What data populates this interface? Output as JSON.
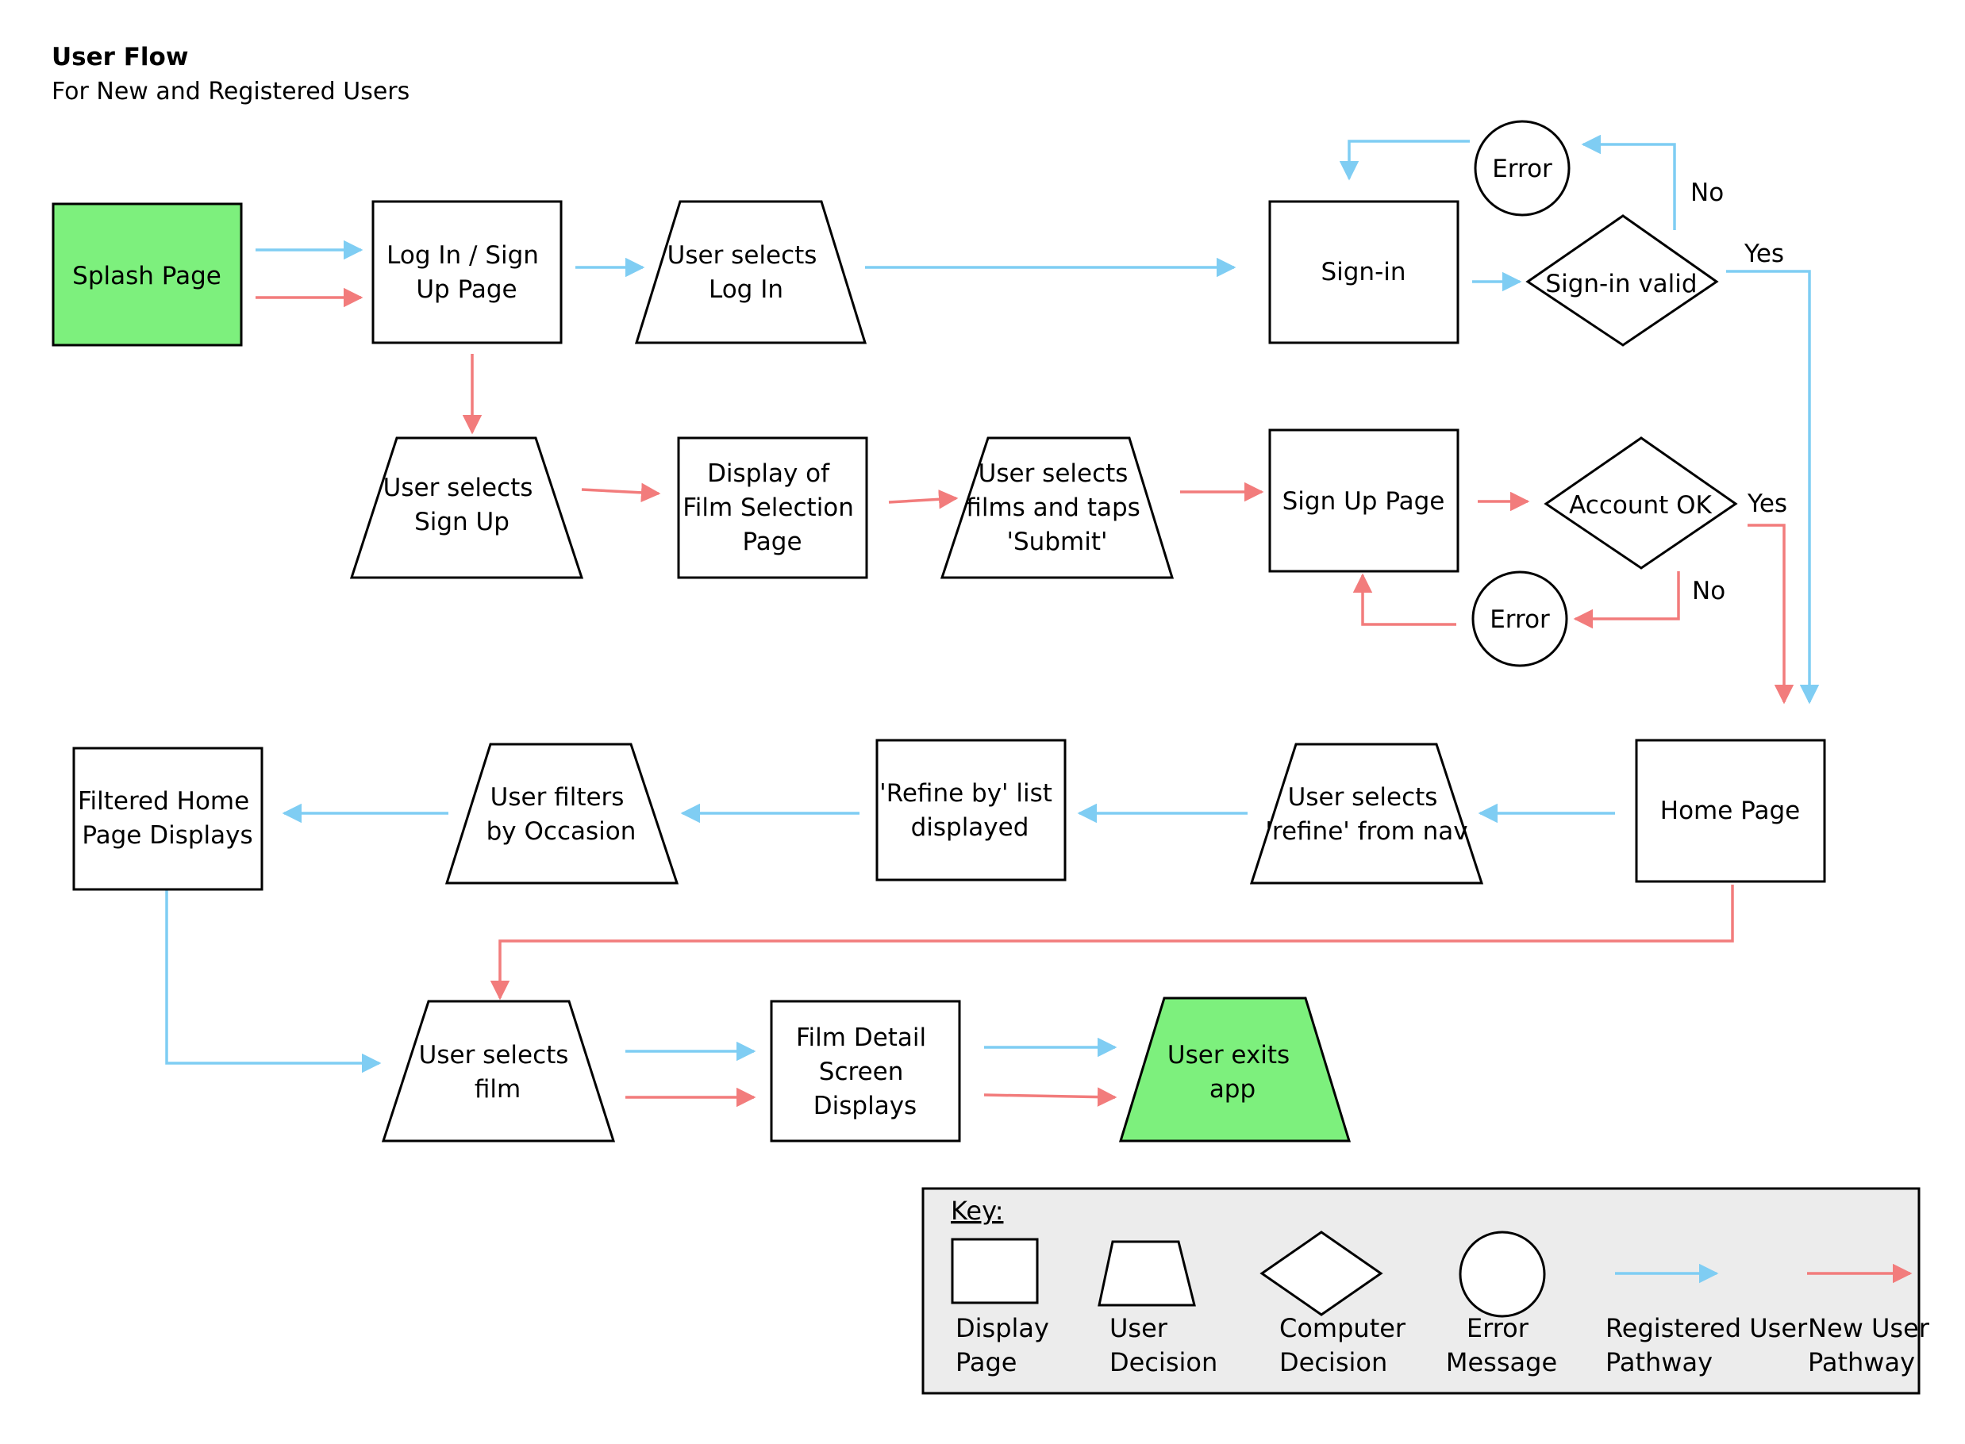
{
  "header": {
    "title": "User Flow",
    "subtitle": "For New and Registered Users"
  },
  "colors": {
    "registered": "#7fcdf3",
    "new_user": "#f27c7c",
    "start_end_fill": "#7df07d",
    "key_bg": "#ececec"
  },
  "nodes": {
    "splash": [
      "Splash Page"
    ],
    "login_signup": [
      "Log In / Sign",
      "Up Page"
    ],
    "select_login": [
      "User selects",
      "Log In"
    ],
    "signin": [
      "Sign-in"
    ],
    "signin_valid": [
      "Sign-in valid"
    ],
    "error_top": [
      "Error"
    ],
    "select_signup": [
      "User selects",
      "Sign Up"
    ],
    "film_selection": [
      "Display of",
      "Film Selection",
      "Page"
    ],
    "select_films": [
      "User selects",
      "films and taps",
      "'Submit'"
    ],
    "signup_page": [
      "Sign Up Page"
    ],
    "account_ok": [
      "Account OK"
    ],
    "error_bottom": [
      "Error"
    ],
    "home": [
      "Home Page"
    ],
    "select_refine": [
      "User selects",
      "'refine' from nav"
    ],
    "refine_list": [
      "'Refine by' list",
      "displayed"
    ],
    "filter_occasion": [
      "User filters",
      "by Occasion"
    ],
    "filtered_home": [
      "Filtered Home",
      "Page Displays"
    ],
    "select_film": [
      "User selects",
      "film"
    ],
    "film_detail": [
      "Film Detail",
      "Screen",
      "Displays"
    ],
    "exit": [
      "User exits",
      "app"
    ]
  },
  "edge_labels": {
    "signin_no": "No",
    "signin_yes": "Yes",
    "account_yes": "Yes",
    "account_no": "No"
  },
  "key": {
    "title": "Key:",
    "items": [
      {
        "shape": "rectangle",
        "label": [
          "Display",
          "Page"
        ]
      },
      {
        "shape": "trapezoid",
        "label": [
          "User",
          "Decision"
        ]
      },
      {
        "shape": "diamond",
        "label": [
          "Computer",
          "Decision"
        ]
      },
      {
        "shape": "circle",
        "label": [
          "Error",
          "Message"
        ]
      },
      {
        "shape": "blue-arrow",
        "label": [
          "Registered User",
          "Pathway"
        ]
      },
      {
        "shape": "red-arrow",
        "label": [
          "New User",
          "Pathway"
        ]
      }
    ]
  }
}
